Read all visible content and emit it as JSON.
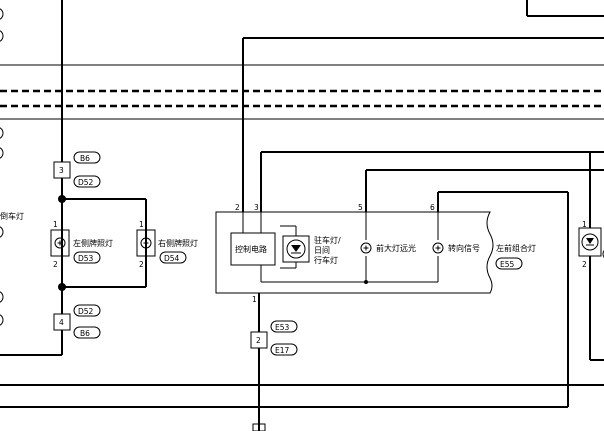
{
  "labels": {
    "left_clipped_label": "倒车灯",
    "left_license_lamp": "左侧牌照灯",
    "right_license_lamp": "右侧牌照灯",
    "control_circuit": "控制电路",
    "parking_lamp_line1": "驻车灯/",
    "parking_lamp_line2": "日间",
    "parking_lamp_line3": "行车灯",
    "headlamp_high": "前大灯远光",
    "turn_signal": "转向信号",
    "left_front_combo_lamp": "左前组合灯"
  },
  "connectors": {
    "b6_top": "B6",
    "d52_top": "D52",
    "d53": "D53",
    "d54": "D54",
    "d52_bottom": "D52",
    "b6_bottom": "B6",
    "e55": "E55",
    "e53": "E53",
    "e17": "E17"
  },
  "pins": {
    "top_pass": "3",
    "bottom_pass": "4",
    "left_lamp_top": "1",
    "left_lamp_bottom": "2",
    "right_lamp_top": "1",
    "right_lamp_bottom": "2",
    "combo_2": "2",
    "combo_3": "3",
    "combo_5": "5",
    "combo_6": "6",
    "combo_1": "1",
    "e_pass": "2",
    "far_right_top": "1",
    "far_right_bottom": "2"
  }
}
